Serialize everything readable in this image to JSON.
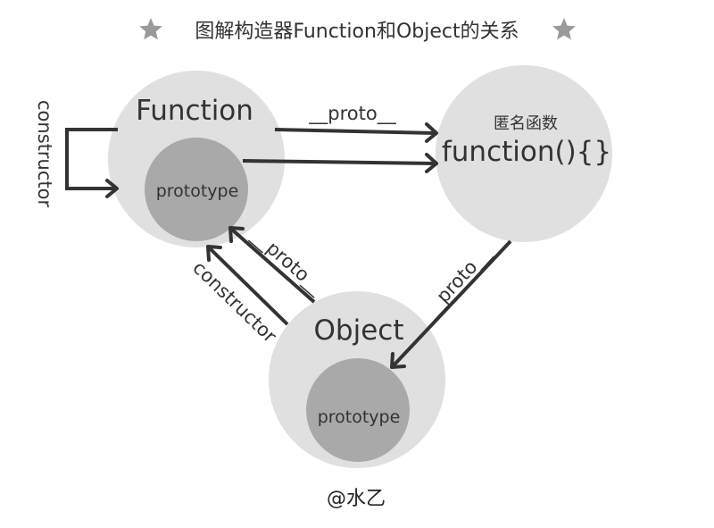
{
  "title": "图解构造器Function和Object的关系",
  "nodes": {
    "function": {
      "label": "Function",
      "inner_label": "prototype"
    },
    "anonymous": {
      "label": "匿名函数",
      "value": "function(){}"
    },
    "object": {
      "label": "Object",
      "inner_label": "prototype"
    }
  },
  "edges": {
    "function_self_constructor": "constructor",
    "function_to_anonymous_proto": "__proto__",
    "anonymous_to_object_proto": "__proto__",
    "object_to_function_proto": "__proto__",
    "object_to_function_constructor": "constructor"
  },
  "watermark": "@水乙",
  "colors": {
    "outer": "#e0e0e0",
    "inner": "#a9a9a9",
    "stroke": "#333333",
    "star": "#9a9a9a"
  },
  "icons": {
    "title_left": "star-icon",
    "title_right": "star-icon"
  }
}
